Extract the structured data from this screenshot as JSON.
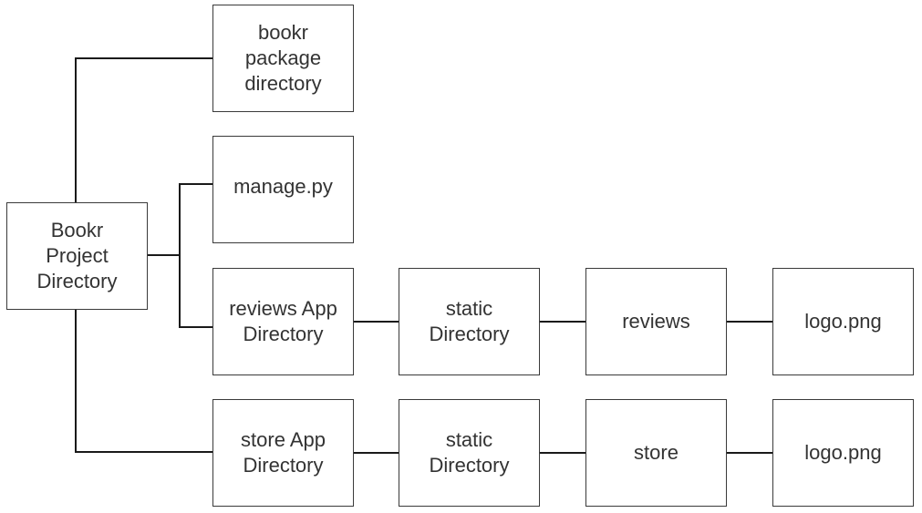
{
  "nodes": {
    "root": "Bookr\nProject\nDirectory",
    "bookr_package": "bookr\npackage\ndirectory",
    "manage_py": "manage.py",
    "reviews_app": "reviews App\nDirectory",
    "reviews_static": "static\nDirectory",
    "reviews_folder": "reviews",
    "reviews_logo": "logo.png",
    "store_app": "store App\nDirectory",
    "store_static": "static\nDirectory",
    "store_folder": "store",
    "store_logo": "logo.png"
  },
  "edges": [
    [
      "root",
      "bookr_package"
    ],
    [
      "root",
      "manage_py"
    ],
    [
      "root",
      "reviews_app"
    ],
    [
      "root",
      "store_app"
    ],
    [
      "reviews_app",
      "reviews_static"
    ],
    [
      "reviews_static",
      "reviews_folder"
    ],
    [
      "reviews_folder",
      "reviews_logo"
    ],
    [
      "store_app",
      "store_static"
    ],
    [
      "store_static",
      "store_folder"
    ],
    [
      "store_folder",
      "store_logo"
    ]
  ]
}
